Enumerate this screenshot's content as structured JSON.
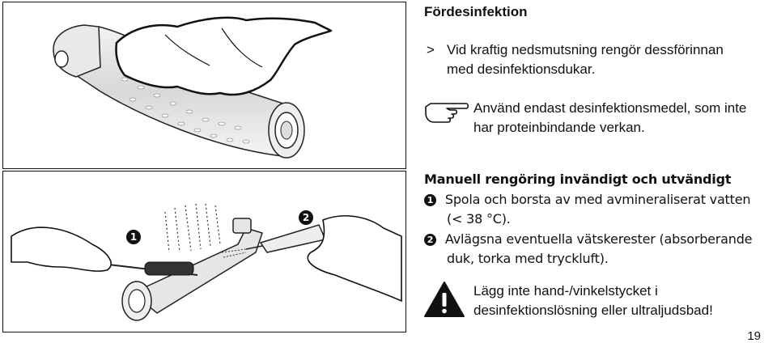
{
  "section1": {
    "title": "Fördesinfektion",
    "bullet_marker": ">",
    "bullet_line1": "Vid kraftig nedsmutsning rengör dessförinnan",
    "bullet_line2": "med desinfektionsdukar.",
    "note_line1": "Använd endast desinfektionsmedel, som inte",
    "note_line2": "har proteinbindande verkan."
  },
  "section2": {
    "title": "Manuell rengöring invändigt och utvändigt",
    "step1_num": "1",
    "step1_line1": "Spola och borsta av med avmineraliserat vatten",
    "step1_line2": "(< 38 °C).",
    "step2_num": "2",
    "step2_line1": "Avlägsna eventuella vätskerester (absorberande",
    "step2_line2": "duk, torka med tryckluft).",
    "warning_line1": "Lägg inte hand-/vinkelstycket i",
    "warning_line2": "desinfektionslösning eller ultraljudsbad!"
  },
  "illustration": {
    "marker1": "1",
    "marker2": "2"
  },
  "page_number": "19"
}
